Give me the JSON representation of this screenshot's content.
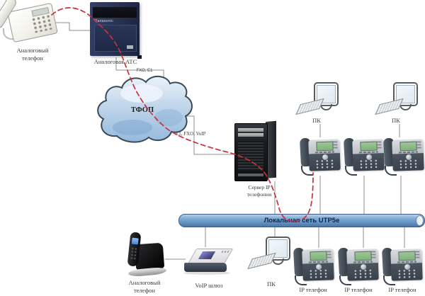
{
  "diagram": {
    "type": "ip-telephony-network-topology",
    "colors": {
      "call_path_red": "#c9303c",
      "connector_gray": "#8f8f8f",
      "bus_fill": "#6496c8",
      "bus_border": "#3c5c84",
      "cloud_fill": "#b7cfe6",
      "lcd_green": "#8fc08a"
    }
  },
  "nodes": {
    "analog_phone_top": {
      "label": [
        "Аналоговый",
        "телефон"
      ]
    },
    "pbx": {
      "label": "Аналоговая АТС",
      "brand": "Panasonic"
    },
    "pstn_cloud": {
      "label": "ТФОП"
    },
    "ip_server": {
      "label": [
        "Сервер IP",
        "телефонии"
      ]
    },
    "lan_bus": {
      "label": "Локальная сеть UTP5e"
    },
    "pc_top_left": {
      "label": "ПК"
    },
    "pc_top_right": {
      "label": "ПК"
    },
    "pc_bottom": {
      "label": "ПК"
    },
    "dect_phone": {
      "label": [
        "Аналоговый",
        "телефон"
      ]
    },
    "voip_gateway": {
      "label": "VoIP шлюз"
    },
    "ip_phone_bottom_1": {
      "label": "IP телефон"
    },
    "ip_phone_bottom_2": {
      "label": "IP телефон"
    },
    "ip_phone_bottom_3": {
      "label": "IP телефон"
    }
  },
  "links": {
    "pbx_to_pstn": {
      "label": "FXO, E1"
    },
    "pstn_to_server": {
      "label": "E1, FXO, VoIP"
    }
  }
}
